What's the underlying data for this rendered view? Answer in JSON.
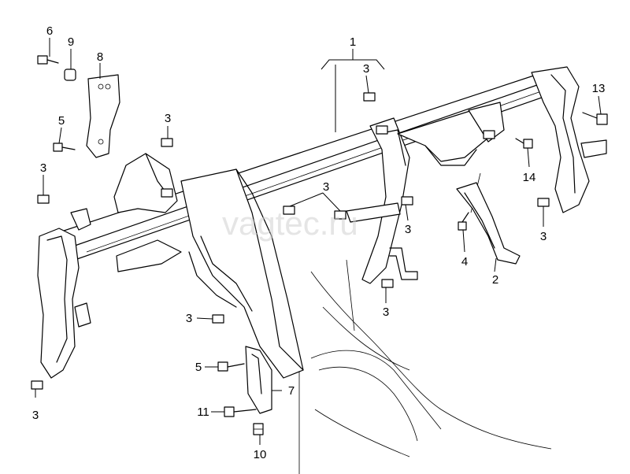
{
  "watermark": "vagtec.ru",
  "callouts": {
    "c1": "1",
    "c2": "2",
    "c3": "3",
    "c4": "4",
    "c5": "5",
    "c6": "6",
    "c7": "7",
    "c8": "8",
    "c9": "9",
    "c10": "10",
    "c11": "11",
    "c13": "13",
    "c14": "14"
  }
}
